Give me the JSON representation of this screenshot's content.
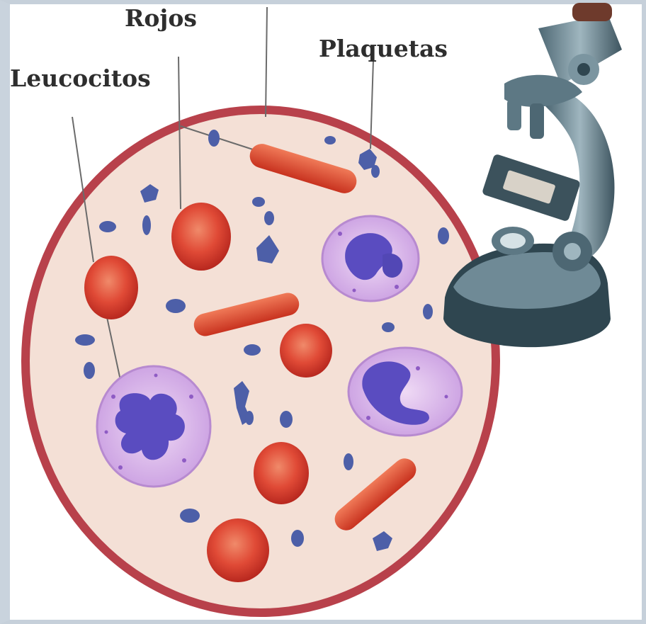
{
  "labels": {
    "rojos": "Rojos",
    "plaquetas": "Plaquetas",
    "leucocitos": "Leucocitos"
  },
  "colors": {
    "background": "#ffffff",
    "plasma": "#f3ddd3",
    "dish_rim": "#b8414b",
    "red_cell": "#d9382c",
    "white_cell_body": "#d9b6e8",
    "white_cell_nucleus": "#5a4cc0",
    "platelet": "#4d5fa8",
    "microscope": "#6f8a96"
  },
  "icons": [
    "microscope-icon"
  ]
}
